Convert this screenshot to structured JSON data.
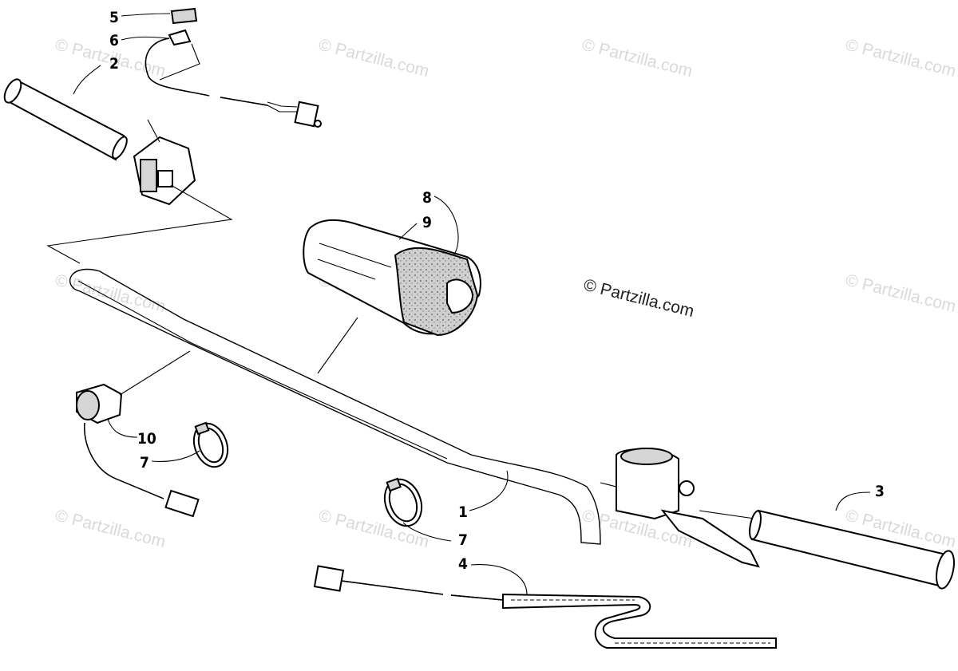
{
  "watermarks": [
    "© Partzilla.com",
    "© Partzilla.com",
    "© Partzilla.com",
    "© Partzilla.com",
    "© Partzilla.com",
    "© Partzilla.com",
    "© Partzilla.com",
    "© Partzilla.com",
    "© Partzilla.com",
    "© Partzilla.com",
    "© Partzilla.com"
  ],
  "main_watermark": "© Partzilla.com",
  "callouts": {
    "c5": "5",
    "c6": "6",
    "c2": "2",
    "c8": "8",
    "c9": "9",
    "c10": "10",
    "c7a": "7",
    "c7b": "7",
    "c1": "1",
    "c3": "3",
    "c4": "4"
  },
  "colors": {
    "lines": "#000000",
    "watermark": "#d9d9d9",
    "grip": "#6a6a6a"
  }
}
